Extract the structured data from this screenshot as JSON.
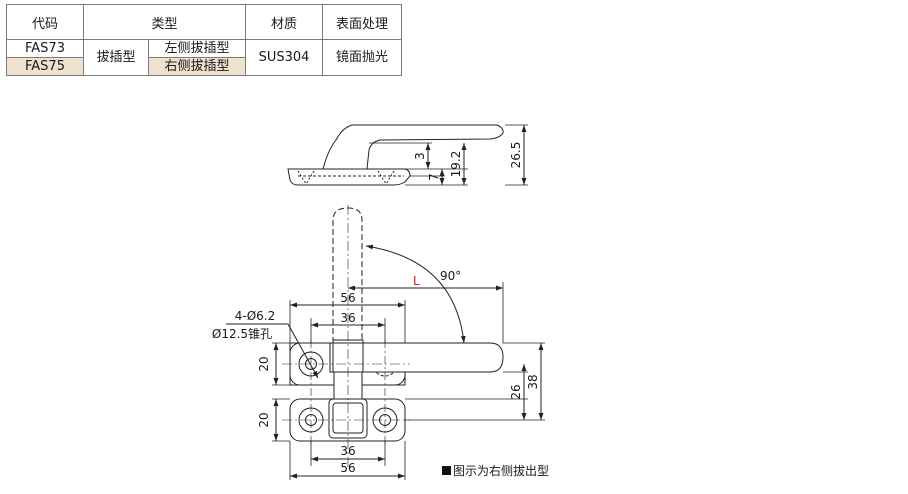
{
  "table": {
    "headers": {
      "code": "代码",
      "type": "类型",
      "material": "材质",
      "surface": "表面处理"
    },
    "rows": [
      {
        "code": "FAS73",
        "subtype": "左侧拔插型"
      },
      {
        "code": "FAS75",
        "subtype": "右侧拔插型"
      }
    ],
    "type_group": "拔插型",
    "material": "SUS304",
    "surface": "镜面抛光"
  },
  "dimensions": {
    "side_height_total": "26.5",
    "side_height_body": "19.2",
    "side_dim_3": "3",
    "side_dim_7": "7",
    "angle": "90°",
    "length_label": "L",
    "top_width_56": "56",
    "top_width_36": "36",
    "hole_spec_1": "4-Ø6.2",
    "hole_spec_2": "Ø12.5锥孔",
    "upper_height_20": "20",
    "lower_height_20": "20",
    "height_26": "26",
    "height_38": "38",
    "bottom_width_36": "36",
    "bottom_width_56": "56"
  },
  "caption": "图示为右侧拔出型",
  "colors": {
    "length_label": "#d62020",
    "highlight_row": "#efe1cd"
  }
}
